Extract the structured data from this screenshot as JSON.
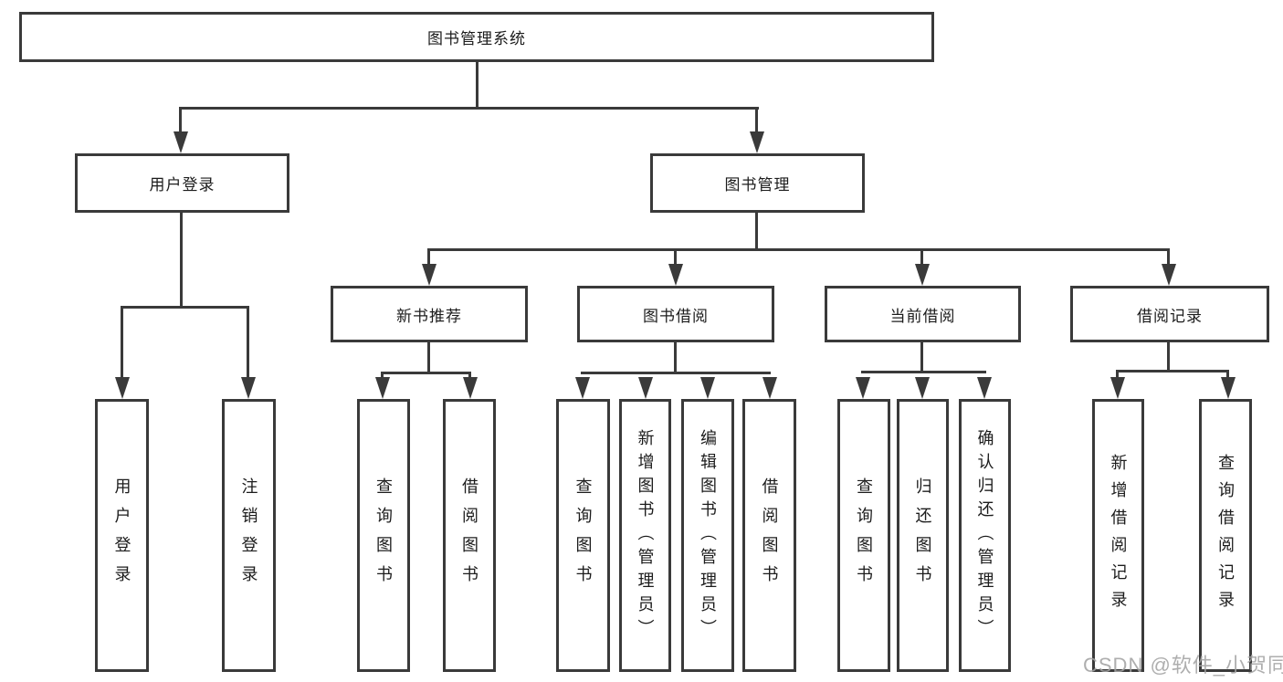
{
  "tree": {
    "label": "图书管理系统",
    "children": [
      {
        "label": "用户登录",
        "children": [
          {
            "label": "用户登录"
          },
          {
            "label": "注销登录"
          }
        ]
      },
      {
        "label": "图书管理",
        "children": [
          {
            "label": "新书推荐",
            "children": [
              {
                "label": "查询图书"
              },
              {
                "label": "借阅图书"
              }
            ]
          },
          {
            "label": "图书借阅",
            "children": [
              {
                "label": "查询图书"
              },
              {
                "label": "新增图书（管理员）"
              },
              {
                "label": "编辑图书（管理员）"
              },
              {
                "label": "借阅图书"
              }
            ]
          },
          {
            "label": "当前借阅",
            "children": [
              {
                "label": "查询图书"
              },
              {
                "label": "归还图书"
              },
              {
                "label": "确认归还（管理员）"
              }
            ]
          },
          {
            "label": "借阅记录",
            "children": [
              {
                "label": "新增借阅记录"
              },
              {
                "label": "查询借阅记录"
              }
            ]
          }
        ]
      }
    ]
  },
  "watermark": {
    "text": "CSDN @软件_小贺同学"
  }
}
